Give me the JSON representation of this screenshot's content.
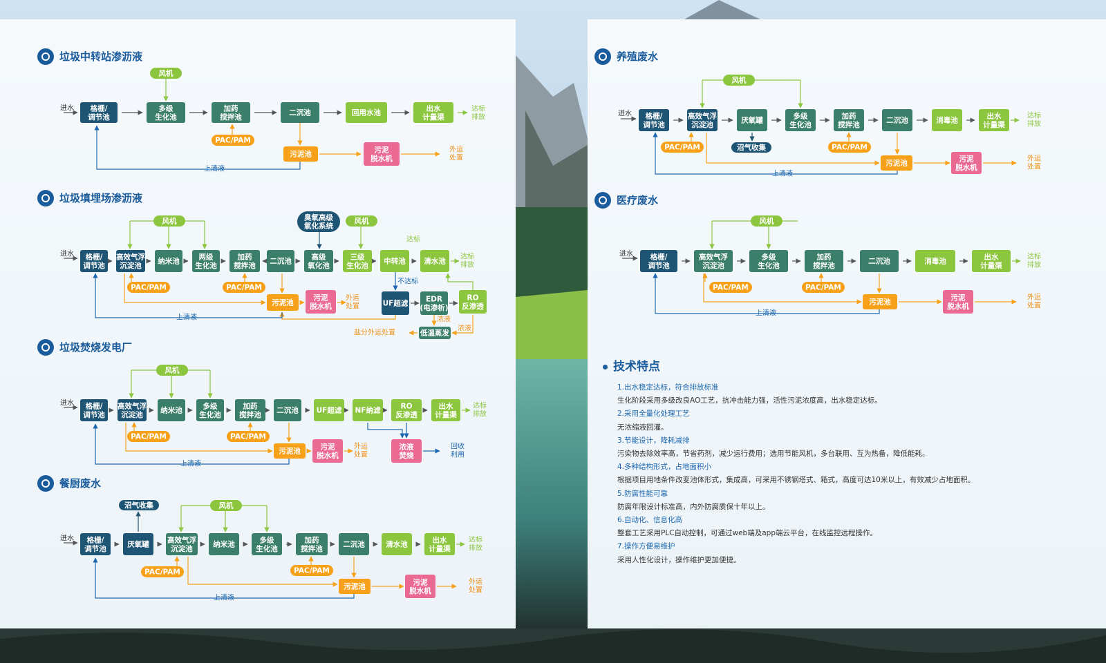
{
  "colors": {
    "navy": "#1f5574",
    "teal": "#3b7f6a",
    "green": "#8cc63f",
    "orange": "#f7a11b",
    "pink": "#ea6a93",
    "blueLabel": "#1d68b0",
    "greenLabel": "#8cc63f",
    "orangeLabel": "#f0921a",
    "title": "#1a5b9c"
  },
  "sections": [
    {
      "id": "s1",
      "title": "垃圾中转站渗沥液",
      "icon": "water-drops-icon",
      "nodes": [
        {
          "id": "a1",
          "lines": [
            "格栅/",
            "调节池"
          ],
          "color": "navy"
        },
        {
          "id": "a2",
          "lines": [
            "多级",
            "生化池"
          ],
          "color": "teal"
        },
        {
          "id": "a3",
          "lines": [
            "加药",
            "搅拌池"
          ],
          "color": "teal"
        },
        {
          "id": "a4",
          "lines": [
            "二沉池"
          ],
          "color": "teal"
        },
        {
          "id": "a5",
          "lines": [
            "回用水池"
          ],
          "color": "green"
        },
        {
          "id": "a6",
          "lines": [
            "出水",
            "计量渠"
          ],
          "color": "green"
        },
        {
          "id": "a7",
          "lines": [
            "污泥池"
          ],
          "color": "orange"
        },
        {
          "id": "a8",
          "lines": [
            "污泥",
            "脱水机"
          ],
          "color": "pink"
        }
      ],
      "pills": [
        {
          "id": "p1",
          "text": "风机",
          "style": "green"
        },
        {
          "id": "p2",
          "text": "PAC/PAM",
          "style": "orange"
        }
      ],
      "labels": [
        {
          "id": "l1",
          "text": "进水",
          "style": "dark"
        },
        {
          "id": "l2",
          "lines": [
            "达标",
            "排放"
          ],
          "style": "green"
        },
        {
          "id": "l3",
          "lines": [
            "外运",
            "处置"
          ],
          "style": "orange"
        },
        {
          "id": "l4",
          "text": "上清液",
          "style": "blue"
        }
      ]
    },
    {
      "id": "s2",
      "title": "垃圾填埋场渗沥液",
      "icon": "recycle-icon",
      "nodes": [
        {
          "id": "b1",
          "lines": [
            "格栅/",
            "调节池"
          ],
          "color": "navy"
        },
        {
          "id": "b2",
          "lines": [
            "高效气浮",
            "沉淀池"
          ],
          "color": "navy"
        },
        {
          "id": "b3",
          "lines": [
            "纳米池"
          ],
          "color": "teal"
        },
        {
          "id": "b4",
          "lines": [
            "两级",
            "生化池"
          ],
          "color": "teal"
        },
        {
          "id": "b5",
          "lines": [
            "加药",
            "搅拌池"
          ],
          "color": "teal"
        },
        {
          "id": "b6",
          "lines": [
            "二沉池"
          ],
          "color": "teal"
        },
        {
          "id": "b7",
          "lines": [
            "高级",
            "氧化池"
          ],
          "color": "teal"
        },
        {
          "id": "b8",
          "lines": [
            "三级",
            "生化池"
          ],
          "color": "green"
        },
        {
          "id": "b9",
          "lines": [
            "中转池"
          ],
          "color": "green"
        },
        {
          "id": "b10",
          "lines": [
            "清水池"
          ],
          "color": "green"
        },
        {
          "id": "b11",
          "lines": [
            "污泥池"
          ],
          "color": "orange"
        },
        {
          "id": "b12",
          "lines": [
            "污泥",
            "脱水机"
          ],
          "color": "pink"
        },
        {
          "id": "b13",
          "lines": [
            "UF超滤"
          ],
          "color": "navy"
        },
        {
          "id": "b14",
          "lines": [
            "EDR",
            "(电渗析)"
          ],
          "color": "teal"
        },
        {
          "id": "b15",
          "lines": [
            "RO",
            "反渗透"
          ],
          "color": "green"
        },
        {
          "id": "b16",
          "lines": [
            "低温蒸发"
          ],
          "color": "teal"
        }
      ],
      "pills": [
        {
          "id": "p1",
          "text": "风机",
          "style": "green"
        },
        {
          "id": "p2",
          "text": "风机",
          "style": "green"
        },
        {
          "id": "p3",
          "lines": [
            "臭氧高级",
            "氧化系统"
          ],
          "style": "navy"
        },
        {
          "id": "p4",
          "text": "PAC/PAM",
          "style": "orange"
        },
        {
          "id": "p5",
          "text": "PAC/PAM",
          "style": "orange"
        }
      ],
      "labels": [
        {
          "id": "l1",
          "text": "进水",
          "style": "dark"
        },
        {
          "id": "l2",
          "lines": [
            "达标",
            "排放"
          ],
          "style": "green"
        },
        {
          "id": "l3",
          "lines": [
            "外运",
            "处置"
          ],
          "style": "orange"
        },
        {
          "id": "l4",
          "text": "上清液",
          "style": "blue"
        },
        {
          "id": "l5",
          "text": "达标",
          "style": "green"
        },
        {
          "id": "l6",
          "text": "不达标",
          "style": "blue"
        },
        {
          "id": "l7",
          "text": "浓液",
          "style": "orange"
        },
        {
          "id": "l8",
          "text": "浓液",
          "style": "orange"
        },
        {
          "id": "l9",
          "text": "盐分外运处置",
          "style": "orange"
        }
      ]
    },
    {
      "id": "s3",
      "title": "垃圾焚烧发电厂",
      "icon": "flame-icon",
      "nodes": [
        {
          "id": "c1",
          "lines": [
            "格栅/",
            "调节池"
          ],
          "color": "navy"
        },
        {
          "id": "c2",
          "lines": [
            "高效气浮",
            "沉淀池"
          ],
          "color": "navy"
        },
        {
          "id": "c3",
          "lines": [
            "纳米池"
          ],
          "color": "teal"
        },
        {
          "id": "c4",
          "lines": [
            "多级",
            "生化池"
          ],
          "color": "teal"
        },
        {
          "id": "c5",
          "lines": [
            "加药",
            "搅拌池"
          ],
          "color": "teal"
        },
        {
          "id": "c6",
          "lines": [
            "二沉池"
          ],
          "color": "teal"
        },
        {
          "id": "c7",
          "lines": [
            "UF超滤"
          ],
          "color": "green"
        },
        {
          "id": "c8",
          "lines": [
            "NF纳滤"
          ],
          "color": "green"
        },
        {
          "id": "c9",
          "lines": [
            "RO",
            "反渗透"
          ],
          "color": "green"
        },
        {
          "id": "c10",
          "lines": [
            "出水",
            "计量渠"
          ],
          "color": "green"
        },
        {
          "id": "c11",
          "lines": [
            "污泥池"
          ],
          "color": "orange"
        },
        {
          "id": "c12",
          "lines": [
            "污泥",
            "脱水机"
          ],
          "color": "pink"
        },
        {
          "id": "c13",
          "lines": [
            "浓液",
            "焚烧"
          ],
          "color": "pink"
        }
      ],
      "pills": [
        {
          "id": "p1",
          "text": "风机",
          "style": "green"
        },
        {
          "id": "p2",
          "text": "PAC/PAM",
          "style": "orange"
        },
        {
          "id": "p3",
          "text": "PAC/PAM",
          "style": "orange"
        }
      ],
      "labels": [
        {
          "id": "l1",
          "text": "进水",
          "style": "dark"
        },
        {
          "id": "l2",
          "lines": [
            "达标",
            "排放"
          ],
          "style": "green"
        },
        {
          "id": "l3",
          "lines": [
            "外运",
            "处置"
          ],
          "style": "orange"
        },
        {
          "id": "l4",
          "text": "上清液",
          "style": "blue"
        },
        {
          "id": "l5",
          "lines": [
            "回收",
            "利用"
          ],
          "style": "blue"
        }
      ]
    },
    {
      "id": "s4",
      "title": "餐厨废水",
      "icon": "bin-icon",
      "nodes": [
        {
          "id": "d1",
          "lines": [
            "格栅/",
            "调节池"
          ],
          "color": "navy"
        },
        {
          "id": "d2",
          "lines": [
            "厌氧罐"
          ],
          "color": "navy"
        },
        {
          "id": "d3",
          "lines": [
            "高效气浮",
            "沉淀池"
          ],
          "color": "teal"
        },
        {
          "id": "d4",
          "lines": [
            "纳米池"
          ],
          "color": "teal"
        },
        {
          "id": "d5",
          "lines": [
            "多级",
            "生化池"
          ],
          "color": "teal"
        },
        {
          "id": "d6",
          "lines": [
            "加药",
            "搅拌池"
          ],
          "color": "teal"
        },
        {
          "id": "d7",
          "lines": [
            "二沉池"
          ],
          "color": "teal"
        },
        {
          "id": "d8",
          "lines": [
            "清水池"
          ],
          "color": "green"
        },
        {
          "id": "d9",
          "lines": [
            "出水",
            "计量渠"
          ],
          "color": "green"
        },
        {
          "id": "d10",
          "lines": [
            "污泥池"
          ],
          "color": "orange"
        },
        {
          "id": "d11",
          "lines": [
            "污泥",
            "脱水机"
          ],
          "color": "pink"
        }
      ],
      "pills": [
        {
          "id": "p1",
          "text": "沼气收集",
          "style": "navy"
        },
        {
          "id": "p2",
          "text": "风机",
          "style": "green"
        },
        {
          "id": "p3",
          "text": "PAC/PAM",
          "style": "orange"
        },
        {
          "id": "p4",
          "text": "PAC/PAM",
          "style": "orange"
        }
      ],
      "labels": [
        {
          "id": "l1",
          "text": "进水",
          "style": "dark"
        },
        {
          "id": "l2",
          "lines": [
            "达标",
            "排放"
          ],
          "style": "green"
        },
        {
          "id": "l3",
          "lines": [
            "外运",
            "处置"
          ],
          "style": "orange"
        },
        {
          "id": "l4",
          "text": "上清液",
          "style": "blue"
        }
      ]
    },
    {
      "id": "s5",
      "title": "养殖废水",
      "icon": "pig-icon",
      "nodes": [
        {
          "id": "e1",
          "lines": [
            "格栅/",
            "调节池"
          ],
          "color": "navy"
        },
        {
          "id": "e2",
          "lines": [
            "高效气浮",
            "沉淀池"
          ],
          "color": "navy"
        },
        {
          "id": "e3",
          "lines": [
            "厌氧罐"
          ],
          "color": "teal"
        },
        {
          "id": "e4",
          "lines": [
            "多级",
            "生化池"
          ],
          "color": "teal"
        },
        {
          "id": "e5",
          "lines": [
            "加药",
            "搅拌池"
          ],
          "color": "teal"
        },
        {
          "id": "e6",
          "lines": [
            "二沉池"
          ],
          "color": "teal"
        },
        {
          "id": "e7",
          "lines": [
            "消毒池"
          ],
          "color": "green"
        },
        {
          "id": "e8",
          "lines": [
            "出水",
            "计量渠"
          ],
          "color": "green"
        },
        {
          "id": "e9",
          "lines": [
            "污泥池"
          ],
          "color": "orange"
        },
        {
          "id": "e10",
          "lines": [
            "污泥",
            "脱水机"
          ],
          "color": "pink"
        }
      ],
      "pills": [
        {
          "id": "p1",
          "text": "风机",
          "style": "green"
        },
        {
          "id": "p2",
          "text": "PAC/PAM",
          "style": "orange"
        },
        {
          "id": "p3",
          "text": "沼气收集",
          "style": "navy"
        },
        {
          "id": "p4",
          "text": "PAC/PAM",
          "style": "orange"
        }
      ],
      "labels": [
        {
          "id": "l1",
          "text": "进水",
          "style": "dark"
        },
        {
          "id": "l2",
          "lines": [
            "达标",
            "排放"
          ],
          "style": "green"
        },
        {
          "id": "l3",
          "lines": [
            "外运",
            "处置"
          ],
          "style": "orange"
        },
        {
          "id": "l4",
          "text": "上清液",
          "style": "blue"
        }
      ]
    },
    {
      "id": "s6",
      "title": "医疗废水",
      "icon": "medical-icon",
      "nodes": [
        {
          "id": "f1",
          "lines": [
            "格栅/",
            "调节池"
          ],
          "color": "navy"
        },
        {
          "id": "f2",
          "lines": [
            "高效气浮",
            "沉淀池"
          ],
          "color": "teal"
        },
        {
          "id": "f3",
          "lines": [
            "多级",
            "生化池"
          ],
          "color": "teal"
        },
        {
          "id": "f4",
          "lines": [
            "加药",
            "搅拌池"
          ],
          "color": "teal"
        },
        {
          "id": "f5",
          "lines": [
            "二沉池"
          ],
          "color": "teal"
        },
        {
          "id": "f6",
          "lines": [
            "消毒池"
          ],
          "color": "green"
        },
        {
          "id": "f7",
          "lines": [
            "出水",
            "计量渠"
          ],
          "color": "green"
        },
        {
          "id": "f8",
          "lines": [
            "污泥池"
          ],
          "color": "orange"
        },
        {
          "id": "f9",
          "lines": [
            "污泥",
            "脱水机"
          ],
          "color": "pink"
        }
      ],
      "pills": [
        {
          "id": "p1",
          "text": "风机",
          "style": "green"
        },
        {
          "id": "p2",
          "text": "PAC/PAM",
          "style": "orange"
        },
        {
          "id": "p3",
          "text": "PAC/PAM",
          "style": "orange"
        }
      ],
      "labels": [
        {
          "id": "l1",
          "text": "进水",
          "style": "dark"
        },
        {
          "id": "l2",
          "lines": [
            "达标",
            "排放"
          ],
          "style": "green"
        },
        {
          "id": "l3",
          "lines": [
            "外运",
            "处置"
          ],
          "style": "orange"
        },
        {
          "id": "l4",
          "text": "上清液",
          "style": "blue"
        }
      ]
    }
  ],
  "tech": {
    "title": "技术特点",
    "items": [
      {
        "title": "1.出水稳定达标，符合排放标准",
        "desc": "生化阶段采用多级改良AO工艺，抗冲击能力强，活性污泥浓度高，出水稳定达标。"
      },
      {
        "title": "2.采用全量化处理工艺",
        "desc": "无浓缩液回灌。"
      },
      {
        "title": "3.节能设计，降耗减排",
        "desc": "污染物去除效率高，节省药剂，减少运行费用；选用节能风机，多台联用、互为热备，降低能耗。"
      },
      {
        "title": "4.多种结构形式，占地面积小",
        "desc": "根据项目用地条件改变池体形式，集成高，可采用不锈钢塔式、箱式，高度可达10米以上，有效减少占地面积。"
      },
      {
        "title": "5.防腐性能可靠",
        "desc": "防腐年限设计标准高，内外防腐质保十年以上。"
      },
      {
        "title": "6.自动化、信息化高",
        "desc": "整套工艺采用PLC自动控制，可通过web端及app端云平台，在线监控远程操作。"
      },
      {
        "title": "7.操作方便易维护",
        "desc": "采用人性化设计，操作维护更加便捷。"
      }
    ]
  }
}
